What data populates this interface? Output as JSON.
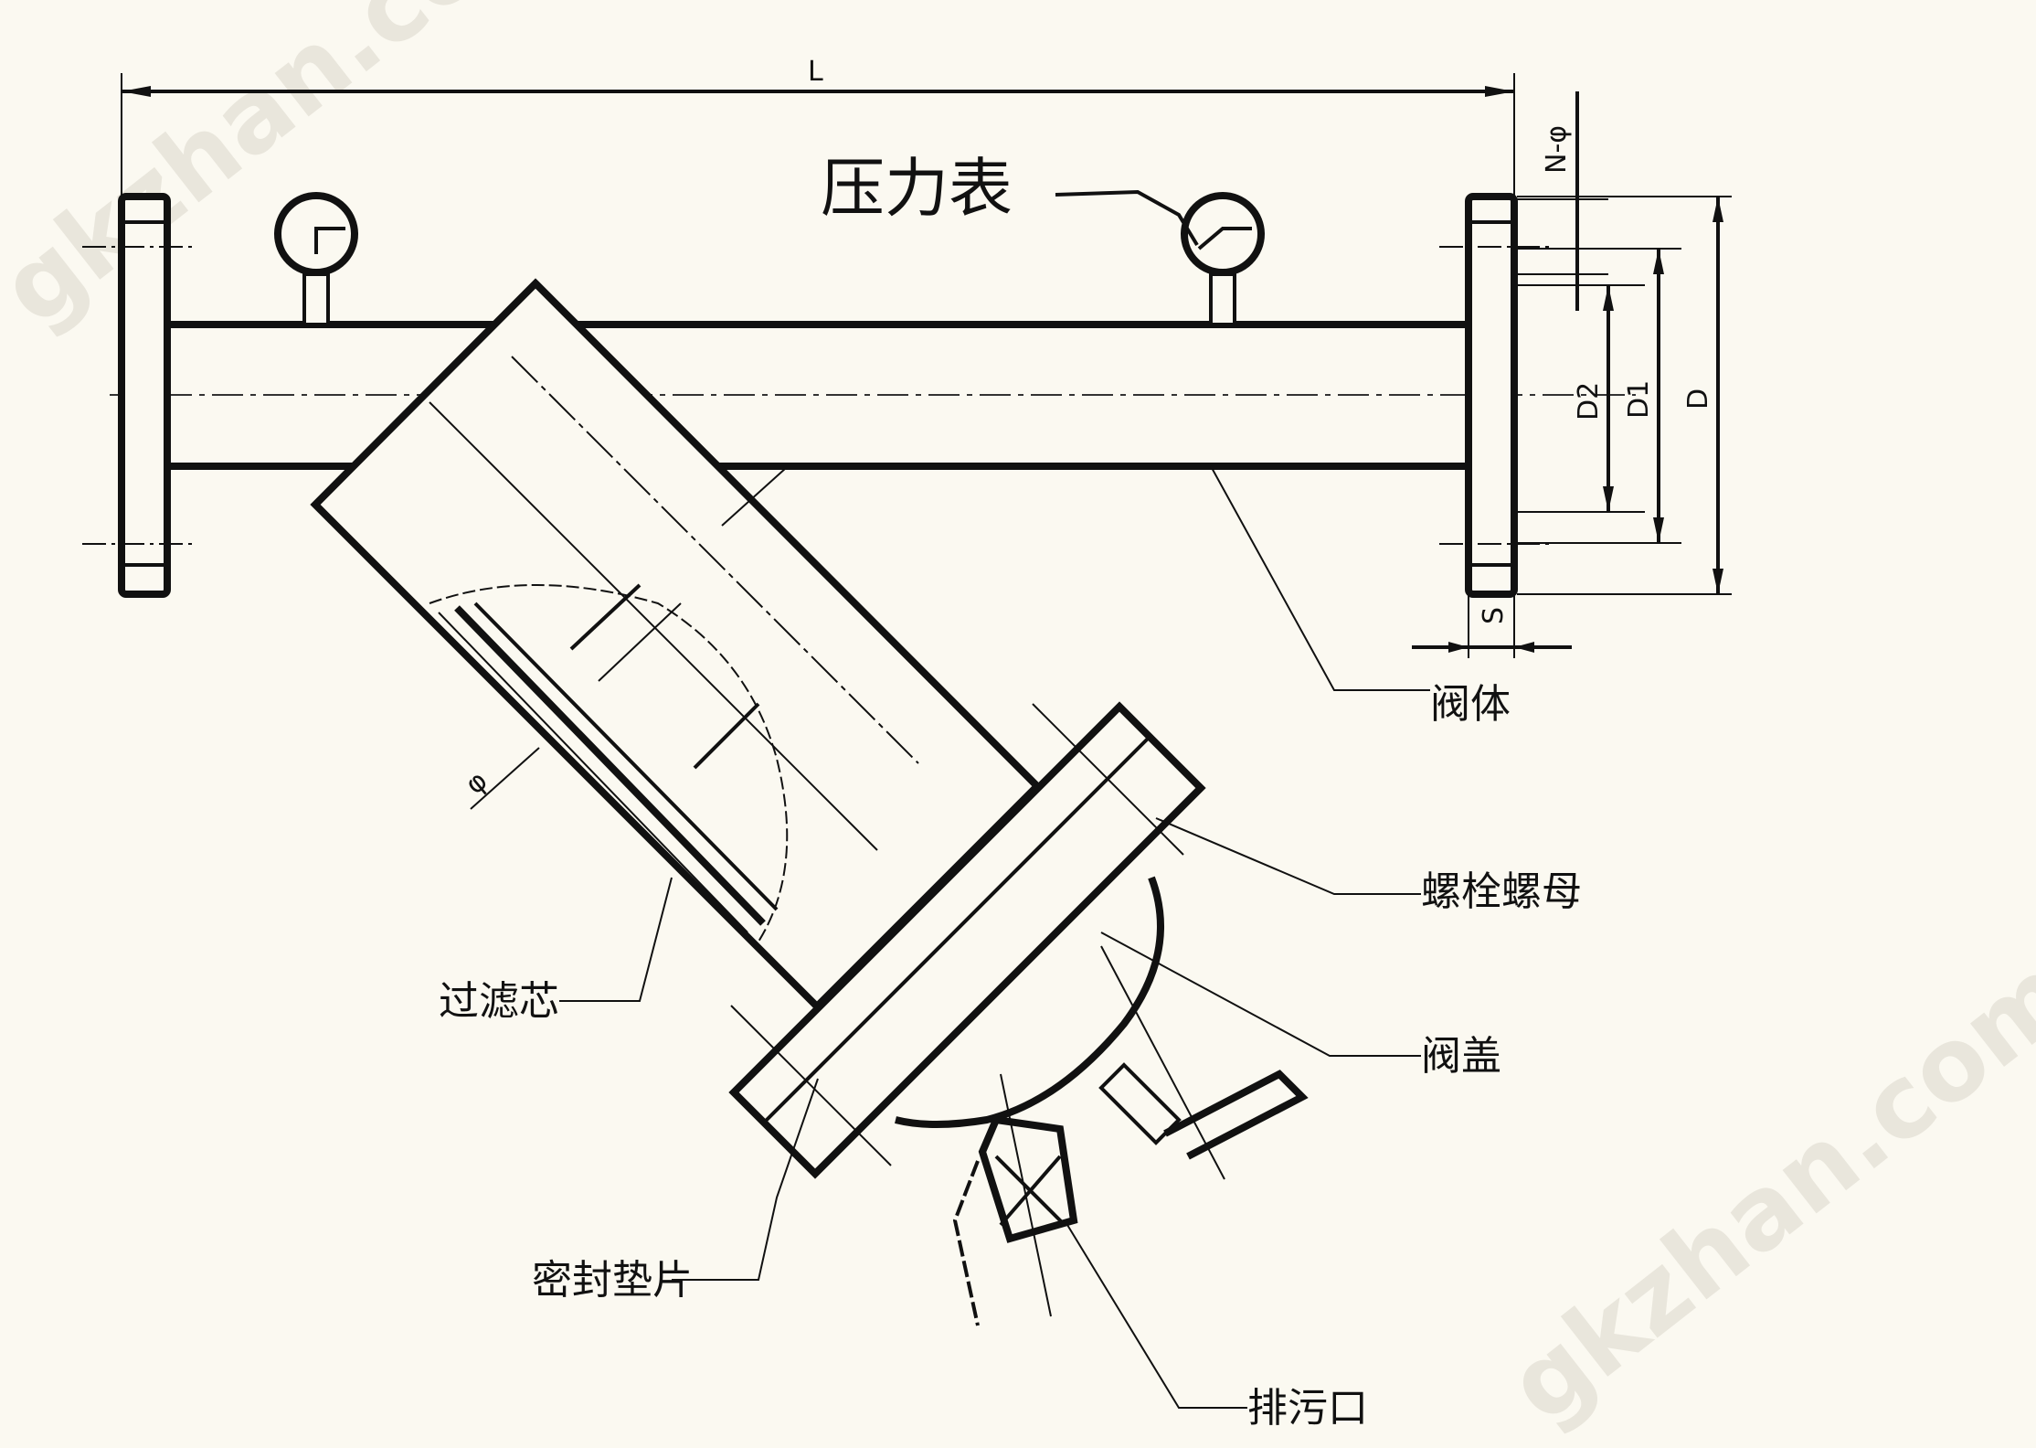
{
  "watermark": "gkzhan.com",
  "dimensions": {
    "L": "L",
    "N_phi": "N-φ",
    "D2": "D2",
    "D1": "D1",
    "D": "D",
    "S": "S",
    "phi": "φ"
  },
  "labels": {
    "pressure_gauge": "压力表",
    "valve_body": "阀体",
    "bolt_nut": "螺栓螺母",
    "filter_element": "过滤芯",
    "valve_cover": "阀盖",
    "seal_gasket": "密封垫片",
    "drain_outlet": "排污口"
  }
}
